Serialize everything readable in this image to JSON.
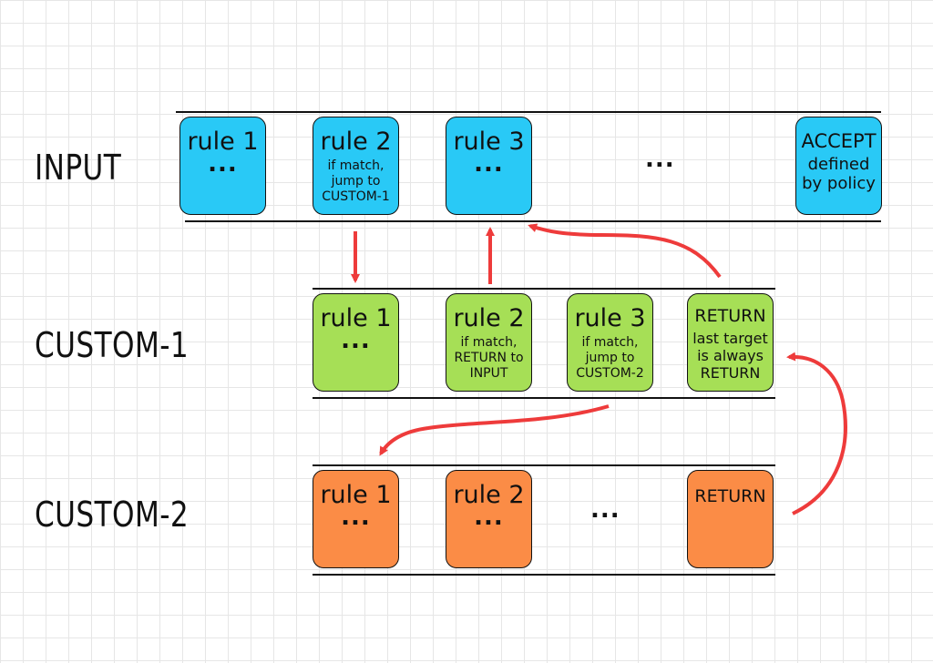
{
  "chains": {
    "input": {
      "label": "INPUT",
      "rules": [
        {
          "title": "rule 1",
          "dots": "...",
          "note": ""
        },
        {
          "title": "rule 2",
          "dots": "",
          "note": "if match, jump to CUSTOM-1"
        },
        {
          "title": "rule 3",
          "dots": "...",
          "note": ""
        },
        {
          "title": "ACCEPT",
          "dots": "",
          "note": "defined by policy"
        }
      ],
      "ellipsis": "..."
    },
    "custom1": {
      "label": "CUSTOM-1",
      "rules": [
        {
          "title": "rule 1",
          "dots": "...",
          "note": ""
        },
        {
          "title": "rule 2",
          "dots": "",
          "note": "if match, RETURN to INPUT"
        },
        {
          "title": "rule 3",
          "dots": "",
          "note": "if match, jump to CUSTOM-2"
        },
        {
          "title": "RETURN",
          "dots": "",
          "note": "last target is always RETURN"
        }
      ]
    },
    "custom2": {
      "label": "CUSTOM-2",
      "rules": [
        {
          "title": "rule 1",
          "dots": "...",
          "note": ""
        },
        {
          "title": "rule 2",
          "dots": "...",
          "note": ""
        },
        {
          "title": "RETURN",
          "dots": "",
          "note": ""
        }
      ],
      "ellipsis": "..."
    }
  },
  "colors": {
    "input": "#29c9f6",
    "custom1": "#a6df56",
    "custom2": "#fb8c46",
    "arrow": "#ee3b3b"
  }
}
